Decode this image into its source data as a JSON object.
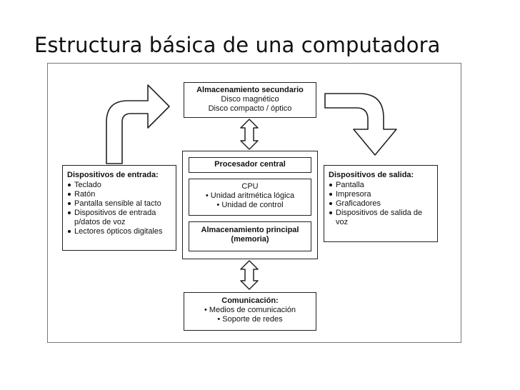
{
  "title": "Estructura básica de una computadora",
  "secondary_storage": {
    "heading": "Almacenamiento secundario",
    "items": [
      "Disco magnético",
      "Disco compacto / óptico"
    ]
  },
  "central": {
    "processor_label": "Procesador central",
    "cpu": {
      "heading": "CPU",
      "items": [
        "• Unidad aritmética lógica",
        "• Unidad de control"
      ]
    },
    "main_storage": {
      "heading": "Almacenamiento principal",
      "subheading": "(memoria)"
    }
  },
  "input_devices": {
    "heading": "Dispositivos de entrada:",
    "items": [
      "Teclado",
      "Ratón",
      "Pantalla sensible al tacto",
      "Dispositivos de entrada p/datos de voz",
      "Lectores ópticos digitales"
    ]
  },
  "output_devices": {
    "heading": "Dispositivos de salida:",
    "items": [
      "Pantalla",
      "Impresora",
      "Graficadores",
      "Dispositivos de salida de voz"
    ]
  },
  "communication": {
    "heading": "Comunicación:",
    "items": [
      "• Medios de comunicación",
      "• Soporte de redes"
    ]
  }
}
